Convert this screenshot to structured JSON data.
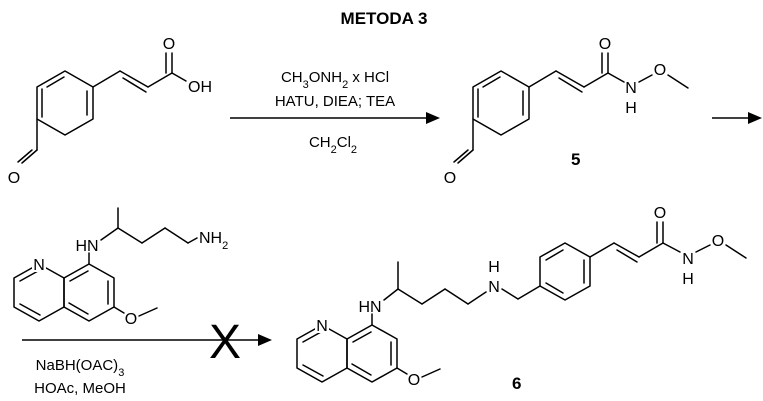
{
  "title": "METODA 3",
  "title_color": "#ff0000",
  "step1": {
    "conditions": [
      {
        "parts": [
          {
            "t": "CH"
          },
          {
            "t": "3",
            "sub": true
          },
          {
            "t": "ONH"
          },
          {
            "t": "2",
            "sub": true
          },
          {
            "t": " x HCl"
          }
        ]
      },
      {
        "parts": [
          {
            "t": "HATU, DIEA; TEA"
          }
        ]
      },
      {
        "parts": [
          {
            "t": "CH"
          },
          {
            "t": "2",
            "sub": true
          },
          {
            "t": "Cl"
          },
          {
            "t": "2",
            "sub": true
          }
        ]
      }
    ]
  },
  "step2": {
    "conditions": [
      {
        "parts": [
          {
            "t": "NaBH(OAC)"
          },
          {
            "t": "3",
            "sub": true
          }
        ]
      },
      {
        "parts": [
          {
            "t": "HOAc, MeOH"
          }
        ]
      }
    ],
    "failed_mark": "X"
  },
  "compounds": {
    "c5": {
      "number": "5"
    },
    "c6": {
      "number": "6"
    }
  },
  "atoms": {
    "o": "O",
    "oh": "OH",
    "n": "N",
    "h": "H",
    "hn": "HN",
    "nh2": "NH",
    "nh2_sub": "2",
    "quinoline_n": "N"
  }
}
